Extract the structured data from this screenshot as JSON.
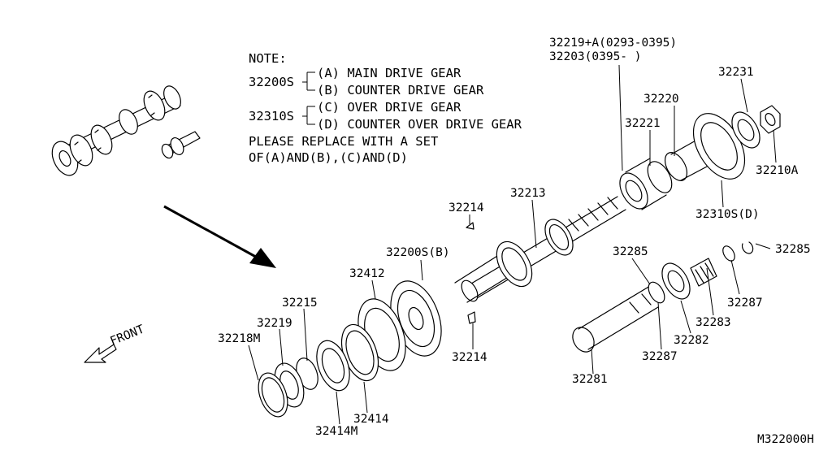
{
  "note": {
    "heading": "NOTE:",
    "group1_part": "32200S",
    "group1_a": "(A) MAIN DRIVE GEAR",
    "group1_b": "(B) COUNTER DRIVE GEAR",
    "group2_part": "32310S",
    "group2_c": "(C) OVER DRIVE GEAR",
    "group2_d": "(D) COUNTER OVER DRIVE GEAR",
    "replace_line1": "PLEASE REPLACE WITH A SET",
    "replace_line2": "OF(A)AND(B),(C)AND(D)"
  },
  "direction_label": "FRONT",
  "diagram_code": "M322000H",
  "parts": {
    "p32219a": "32219+A(0293-0395)",
    "p32203": "32203(0395-        )",
    "p32231": "32231",
    "p32220": "32220",
    "p32221": "32221",
    "p32210a": "32210A",
    "p32310sd": "32310S(D)",
    "p32213": "32213",
    "p32214_top": "32214",
    "p32214_bottom": "32214",
    "p32200sb": "32200S(B)",
    "p32412": "32412",
    "p32215": "32215",
    "p32219": "32219",
    "p32218m": "32218M",
    "p32414": "32414",
    "p32414m": "32414M",
    "p32285_left": "32285",
    "p32285_right": "32285",
    "p32287_right": "32287",
    "p32283": "32283",
    "p32282": "32282",
    "p32287_left": "32287",
    "p32281": "32281"
  }
}
